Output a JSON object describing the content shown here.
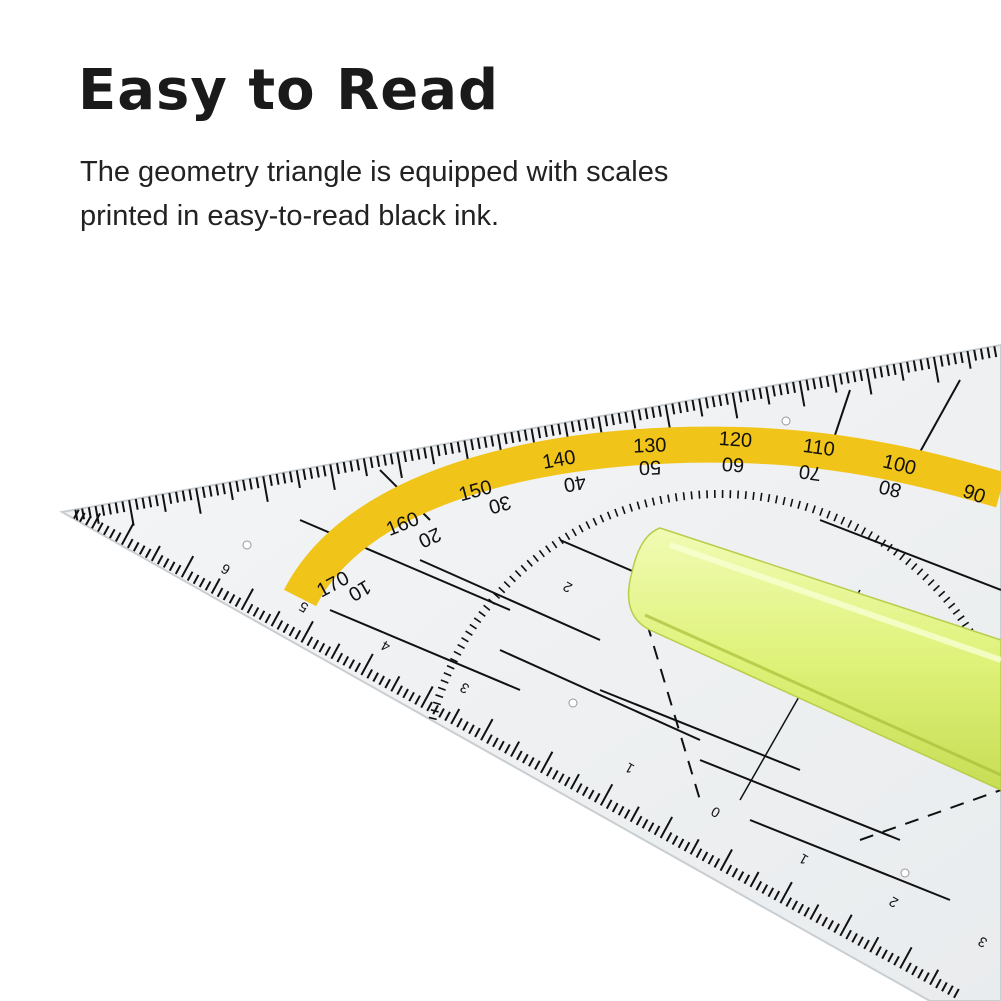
{
  "heading": {
    "title": "Easy to Read",
    "line1": "The geometry triangle is equipped with scales",
    "line2": "printed in easy-to-read black ink."
  },
  "product": {
    "outer_degree_labels": [
      "170",
      "160",
      "150",
      "140",
      "130",
      "120",
      "110",
      "100",
      "90"
    ],
    "inner_degree_labels": [
      "10",
      "20",
      "30",
      "40",
      "50",
      "60",
      "70",
      "80"
    ],
    "cm_labels_left": [
      "6",
      "5",
      "4",
      "3",
      "2",
      "1",
      "0"
    ],
    "cm_labels_right": [
      "1",
      "2",
      "3"
    ],
    "colors": {
      "arc": "#f0c419",
      "handle": "#dff27a",
      "ink": "#111111"
    }
  }
}
